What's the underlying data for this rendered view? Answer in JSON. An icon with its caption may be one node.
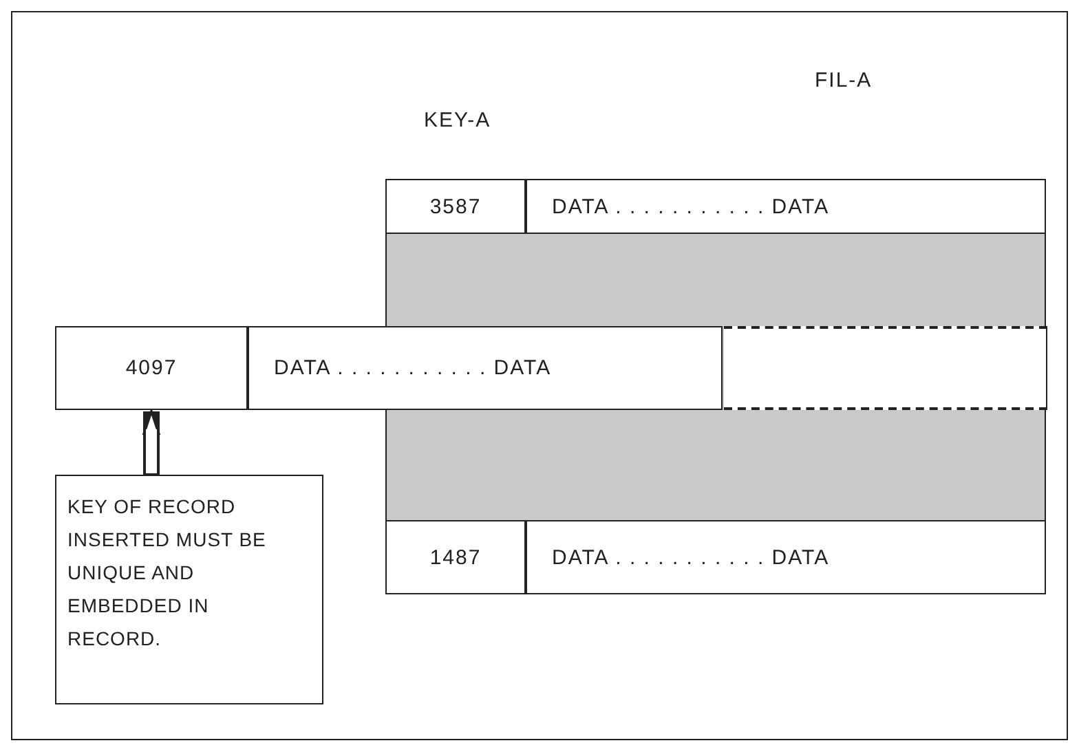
{
  "diagram": {
    "nodes": [
      {
        "text": [
          "FIL-A"
        ]
      },
      {
        "text": [
          "3587"
        ],
        "in": 0
      },
      {
        "text": [
          "DATA . . . . . . . . . . . DATA"
        ],
        "in": 0
      },
      {
        "text": [],
        "shape": "bar",
        "in": 0
      },
      {
        "text": [],
        "shape": "box",
        "in": 3
      },
      {
        "text": [
          "1487"
        ],
        "in": 0
      },
      {
        "text": [
          "DATA . . . . . . . . . . . DATA"
        ],
        "in": 0
      },
      {
        "text": [
          "4097"
        ]
      },
      {
        "text": [
          "DATA . . . . . . . . . . . DATA"
        ]
      },
      {
        "text": [
          "KEY OF RECORD INSERTED MUST BE UNIQUE AND EMBEDDED IN RECORD."
        ]
      }
    ],
    "edges": [
      {
        "from": 9,
        "to": 7,
        "arrow": "to"
      }
    ],
    "labels": [
      "KEY-A"
    ]
  }
}
